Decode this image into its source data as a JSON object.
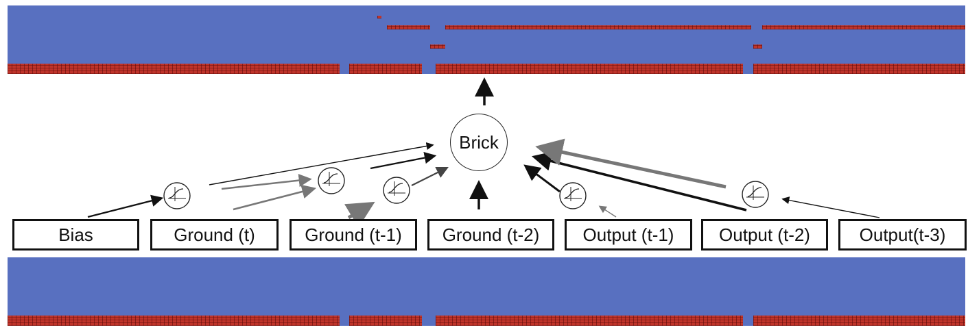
{
  "diagram": {
    "node_label": "Brick",
    "inputs": [
      {
        "label": "Bias"
      },
      {
        "label": "Ground (t)"
      },
      {
        "label": "Ground (t-1)"
      },
      {
        "label": "Ground (t-2)"
      },
      {
        "label": "Output (t-1)"
      },
      {
        "label": "Output (t-2)"
      },
      {
        "label": "Output(t-3)"
      }
    ],
    "activation_icons": [
      "sigmoid-icon",
      "sigmoid-icon",
      "sigmoid-icon",
      "sigmoid-icon",
      "sigmoid-icon"
    ]
  },
  "colors": {
    "sky": "#5870c0",
    "brick": "#c0342a",
    "arrow_dark": "#111111",
    "arrow_mid": "#444444",
    "arrow_light": "#777777"
  }
}
